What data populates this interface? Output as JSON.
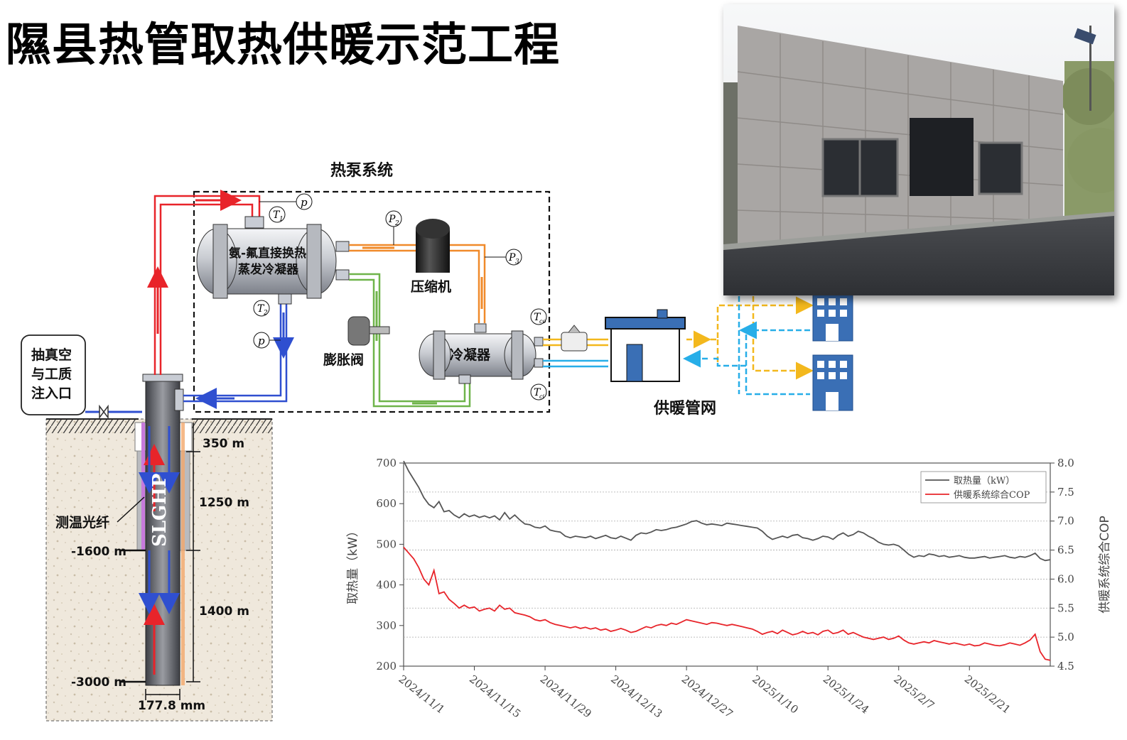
{
  "title": "隰县热管取热供暖示范工程",
  "diagram": {
    "heat_pump_system": "热泵系统",
    "evaporator_line1": "氨-氟直接换热",
    "evaporator_line2": "蒸发冷凝器",
    "compressor": "压缩机",
    "expansion_valve": "膨胀阀",
    "condenser": "冷凝器",
    "heating_network": "供暖管网",
    "vacuum_inlet": [
      "抽真空",
      "与工质",
      "注入口"
    ],
    "fiber": "测温光纤",
    "pipe_label": "SLGHP",
    "sensors": {
      "p": "p",
      "T1": "T",
      "T1_sub": "1",
      "T2": "T",
      "T2_sub": "2",
      "P2": "P",
      "P2_sub": "2",
      "P3": "P",
      "P3_sub": "3",
      "Tco": "T",
      "Tco_sub": "co",
      "Tci": "T",
      "Tci_sub": "ci"
    },
    "depths": {
      "d350": "350 m",
      "d1250": "1250 m",
      "d1600": "-1600 m",
      "d1400": "1400 m",
      "d3000": "-3000 m",
      "diameter": "177.8 mm"
    }
  },
  "colors": {
    "hot": "#e8242a",
    "cold": "#2f4fd0",
    "orange": "#f08a2a",
    "green": "#6fb44a",
    "supply": "#f3b81d",
    "return": "#27aee8",
    "building": "#3a6fb5"
  },
  "chart_data": {
    "type": "line",
    "x_ticks": [
      "2024/11/1",
      "2024/11/15",
      "2024/11/29",
      "2024/12/13",
      "2024/12/27",
      "2025/1/10",
      "2025/1/24",
      "2025/2/7",
      "2025/2/21"
    ],
    "x_range_days": [
      0,
      128
    ],
    "ylabel_left": "取热量（kW）",
    "ylabel_right": "供暖系统综合COP",
    "ylim_left": [
      200,
      700
    ],
    "ylim_right": [
      4.5,
      8.0
    ],
    "yticks_left": [
      200,
      300,
      400,
      500,
      600,
      700
    ],
    "yticks_right": [
      "4.5",
      "5.0",
      "5.5",
      "6.0",
      "6.5",
      "7.0",
      "7.5",
      "8.0"
    ],
    "grid": true,
    "legend_placement": "top-right",
    "series": [
      {
        "name": "取热量（kW）",
        "axis": "left",
        "color": "#555555",
        "values": [
          [
            0,
            705
          ],
          [
            1,
            680
          ],
          [
            2,
            660
          ],
          [
            3,
            640
          ],
          [
            4,
            615
          ],
          [
            5,
            598
          ],
          [
            6,
            590
          ],
          [
            7,
            605
          ],
          [
            8,
            580
          ],
          [
            9,
            583
          ],
          [
            10,
            572
          ],
          [
            11,
            565
          ],
          [
            12,
            575
          ],
          [
            13,
            568
          ],
          [
            14,
            572
          ],
          [
            15,
            566
          ],
          [
            16,
            570
          ],
          [
            17,
            565
          ],
          [
            18,
            570
          ],
          [
            19,
            560
          ],
          [
            20,
            578
          ],
          [
            21,
            562
          ],
          [
            22,
            572
          ],
          [
            23,
            560
          ],
          [
            24,
            550
          ],
          [
            25,
            548
          ],
          [
            26,
            542
          ],
          [
            27,
            540
          ],
          [
            28,
            545
          ],
          [
            29,
            535
          ],
          [
            30,
            532
          ],
          [
            31,
            530
          ],
          [
            32,
            520
          ],
          [
            33,
            516
          ],
          [
            34,
            520
          ],
          [
            35,
            518
          ],
          [
            36,
            516
          ],
          [
            37,
            520
          ],
          [
            38,
            514
          ],
          [
            39,
            518
          ],
          [
            40,
            522
          ],
          [
            41,
            516
          ],
          [
            42,
            514
          ],
          [
            43,
            520
          ],
          [
            44,
            515
          ],
          [
            45,
            510
          ],
          [
            46,
            522
          ],
          [
            47,
            528
          ],
          [
            48,
            526
          ],
          [
            49,
            530
          ],
          [
            50,
            536
          ],
          [
            51,
            534
          ],
          [
            52,
            536
          ],
          [
            53,
            540
          ],
          [
            54,
            542
          ],
          [
            55,
            546
          ],
          [
            56,
            550
          ],
          [
            57,
            556
          ],
          [
            58,
            558
          ],
          [
            59,
            552
          ],
          [
            60,
            548
          ],
          [
            61,
            550
          ],
          [
            62,
            548
          ],
          [
            63,
            546
          ],
          [
            64,
            552
          ],
          [
            65,
            550
          ],
          [
            66,
            548
          ],
          [
            67,
            546
          ],
          [
            68,
            544
          ],
          [
            69,
            542
          ],
          [
            70,
            540
          ],
          [
            71,
            532
          ],
          [
            72,
            520
          ],
          [
            73,
            512
          ],
          [
            74,
            516
          ],
          [
            75,
            520
          ],
          [
            76,
            516
          ],
          [
            77,
            522
          ],
          [
            78,
            524
          ],
          [
            79,
            516
          ],
          [
            80,
            514
          ],
          [
            81,
            510
          ],
          [
            82,
            514
          ],
          [
            83,
            520
          ],
          [
            84,
            518
          ],
          [
            85,
            512
          ],
          [
            86,
            522
          ],
          [
            87,
            528
          ],
          [
            88,
            520
          ],
          [
            89,
            524
          ],
          [
            90,
            532
          ],
          [
            91,
            528
          ],
          [
            92,
            520
          ],
          [
            93,
            514
          ],
          [
            94,
            505
          ],
          [
            95,
            500
          ],
          [
            96,
            498
          ],
          [
            97,
            500
          ],
          [
            98,
            496
          ],
          [
            99,
            486
          ],
          [
            100,
            475
          ],
          [
            101,
            468
          ],
          [
            102,
            472
          ],
          [
            103,
            470
          ],
          [
            104,
            476
          ],
          [
            105,
            474
          ],
          [
            106,
            470
          ],
          [
            107,
            472
          ],
          [
            108,
            468
          ],
          [
            109,
            470
          ],
          [
            110,
            472
          ],
          [
            111,
            468
          ],
          [
            112,
            466
          ],
          [
            113,
            466
          ],
          [
            114,
            468
          ],
          [
            115,
            470
          ],
          [
            116,
            466
          ],
          [
            117,
            468
          ],
          [
            118,
            470
          ],
          [
            119,
            472
          ],
          [
            120,
            468
          ],
          [
            121,
            466
          ],
          [
            122,
            470
          ],
          [
            123,
            468
          ],
          [
            124,
            472
          ],
          [
            125,
            478
          ],
          [
            126,
            465
          ],
          [
            127,
            460
          ],
          [
            128,
            462
          ]
        ]
      },
      {
        "name": "供暖系统综合COP",
        "axis": "right",
        "color": "#e8242a",
        "values": [
          [
            0,
            6.55
          ],
          [
            1,
            6.45
          ],
          [
            2,
            6.35
          ],
          [
            3,
            6.2
          ],
          [
            4,
            6.0
          ],
          [
            5,
            5.9
          ],
          [
            6,
            6.15
          ],
          [
            7,
            5.75
          ],
          [
            8,
            5.78
          ],
          [
            9,
            5.65
          ],
          [
            10,
            5.58
          ],
          [
            11,
            5.5
          ],
          [
            12,
            5.55
          ],
          [
            13,
            5.5
          ],
          [
            14,
            5.52
          ],
          [
            15,
            5.45
          ],
          [
            16,
            5.48
          ],
          [
            17,
            5.5
          ],
          [
            18,
            5.45
          ],
          [
            19,
            5.55
          ],
          [
            20,
            5.48
          ],
          [
            21,
            5.5
          ],
          [
            22,
            5.42
          ],
          [
            23,
            5.4
          ],
          [
            24,
            5.38
          ],
          [
            25,
            5.35
          ],
          [
            26,
            5.3
          ],
          [
            27,
            5.28
          ],
          [
            28,
            5.3
          ],
          [
            29,
            5.25
          ],
          [
            30,
            5.22
          ],
          [
            31,
            5.2
          ],
          [
            32,
            5.18
          ],
          [
            33,
            5.16
          ],
          [
            34,
            5.18
          ],
          [
            35,
            5.15
          ],
          [
            36,
            5.17
          ],
          [
            37,
            5.14
          ],
          [
            38,
            5.16
          ],
          [
            39,
            5.12
          ],
          [
            40,
            5.14
          ],
          [
            41,
            5.1
          ],
          [
            42,
            5.12
          ],
          [
            43,
            5.15
          ],
          [
            44,
            5.12
          ],
          [
            45,
            5.08
          ],
          [
            46,
            5.1
          ],
          [
            47,
            5.14
          ],
          [
            48,
            5.18
          ],
          [
            49,
            5.16
          ],
          [
            50,
            5.2
          ],
          [
            51,
            5.22
          ],
          [
            52,
            5.2
          ],
          [
            53,
            5.24
          ],
          [
            54,
            5.22
          ],
          [
            55,
            5.26
          ],
          [
            56,
            5.3
          ],
          [
            57,
            5.28
          ],
          [
            58,
            5.26
          ],
          [
            59,
            5.24
          ],
          [
            60,
            5.22
          ],
          [
            61,
            5.25
          ],
          [
            62,
            5.24
          ],
          [
            63,
            5.22
          ],
          [
            64,
            5.2
          ],
          [
            65,
            5.22
          ],
          [
            66,
            5.2
          ],
          [
            67,
            5.18
          ],
          [
            68,
            5.16
          ],
          [
            69,
            5.14
          ],
          [
            70,
            5.1
          ],
          [
            71,
            5.05
          ],
          [
            72,
            5.08
          ],
          [
            73,
            5.1
          ],
          [
            74,
            5.06
          ],
          [
            75,
            5.12
          ],
          [
            76,
            5.08
          ],
          [
            77,
            5.04
          ],
          [
            78,
            5.06
          ],
          [
            79,
            5.1
          ],
          [
            80,
            5.06
          ],
          [
            81,
            5.08
          ],
          [
            82,
            5.04
          ],
          [
            83,
            5.1
          ],
          [
            84,
            5.12
          ],
          [
            85,
            5.06
          ],
          [
            86,
            5.08
          ],
          [
            87,
            5.12
          ],
          [
            88,
            5.05
          ],
          [
            89,
            5.08
          ],
          [
            90,
            5.04
          ],
          [
            91,
            5.0
          ],
          [
            92,
            4.98
          ],
          [
            93,
            4.96
          ],
          [
            94,
            4.98
          ],
          [
            95,
            5.0
          ],
          [
            96,
            4.96
          ],
          [
            97,
            4.98
          ],
          [
            98,
            5.02
          ],
          [
            99,
            4.95
          ],
          [
            100,
            4.9
          ],
          [
            101,
            4.88
          ],
          [
            102,
            4.9
          ],
          [
            103,
            4.92
          ],
          [
            104,
            4.9
          ],
          [
            105,
            4.94
          ],
          [
            106,
            4.92
          ],
          [
            107,
            4.9
          ],
          [
            108,
            4.88
          ],
          [
            109,
            4.9
          ],
          [
            110,
            4.88
          ],
          [
            111,
            4.86
          ],
          [
            112,
            4.88
          ],
          [
            113,
            4.85
          ],
          [
            114,
            4.86
          ],
          [
            115,
            4.9
          ],
          [
            116,
            4.88
          ],
          [
            117,
            4.86
          ],
          [
            118,
            4.85
          ],
          [
            119,
            4.87
          ],
          [
            120,
            4.9
          ],
          [
            121,
            4.88
          ],
          [
            122,
            4.86
          ],
          [
            123,
            4.9
          ],
          [
            124,
            4.95
          ],
          [
            125,
            5.05
          ],
          [
            126,
            4.75
          ],
          [
            127,
            4.62
          ],
          [
            128,
            4.6
          ]
        ]
      }
    ]
  }
}
